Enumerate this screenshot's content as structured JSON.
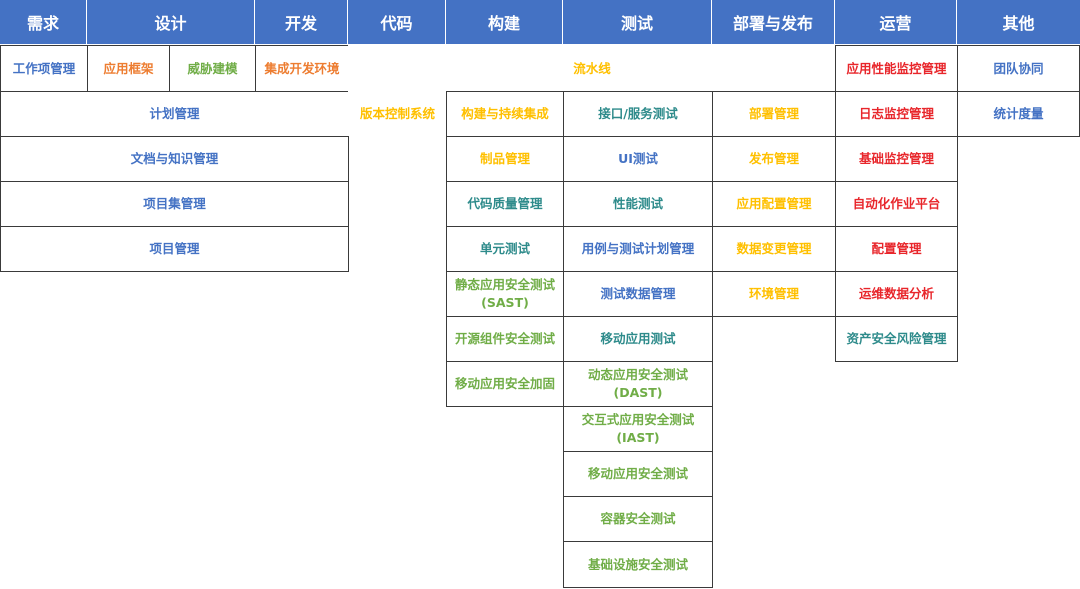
{
  "colors": {
    "header_bg": "#4472c4",
    "header_text": "#ffffff",
    "blue": "#4472c4",
    "orange": "#ed7d31",
    "green": "#70ad47",
    "gold": "#ffc000",
    "teal": "#2e8b8b",
    "red": "#e8262b"
  },
  "headers": [
    "需求",
    "设计",
    "开发",
    "代码",
    "构建",
    "测试",
    "部署与发布",
    "运营",
    "其他"
  ],
  "cells": [
    {
      "text": "工作项管理",
      "color": "blue"
    },
    {
      "text": "应用框架",
      "color": "orange"
    },
    {
      "text": "威胁建模",
      "color": "green"
    },
    {
      "text": "集成开发环境",
      "color": "orange"
    },
    {
      "text": "流水线",
      "color": "gold"
    },
    {
      "text": "应用性能监控管理",
      "color": "red"
    },
    {
      "text": "团队协同",
      "color": "blue"
    },
    {
      "text": "计划管理",
      "color": "blue"
    },
    {
      "text": "版本控制系统",
      "color": "gold"
    },
    {
      "text": "构建与持续集成",
      "color": "gold"
    },
    {
      "text": "接口/服务测试",
      "color": "teal"
    },
    {
      "text": "部署管理",
      "color": "gold"
    },
    {
      "text": "日志监控管理",
      "color": "red"
    },
    {
      "text": "统计度量",
      "color": "blue"
    },
    {
      "text": "文档与知识管理",
      "color": "blue"
    },
    {
      "text": "制品管理",
      "color": "gold"
    },
    {
      "text": "UI测试",
      "color": "blue"
    },
    {
      "text": "发布管理",
      "color": "gold"
    },
    {
      "text": "基础监控管理",
      "color": "red"
    },
    {
      "text": "项目集管理",
      "color": "blue"
    },
    {
      "text": "代码质量管理",
      "color": "teal"
    },
    {
      "text": "性能测试",
      "color": "teal"
    },
    {
      "text": "应用配置管理",
      "color": "gold"
    },
    {
      "text": "自动化作业平台",
      "color": "red"
    },
    {
      "text": "项目管理",
      "color": "blue"
    },
    {
      "text": "单元测试",
      "color": "teal"
    },
    {
      "text": "用例与测试计划管理",
      "color": "blue"
    },
    {
      "text": "数据变更管理",
      "color": "gold"
    },
    {
      "text": "配置管理",
      "color": "red"
    },
    {
      "text": "静态应用安全测试\n(SAST)",
      "color": "green"
    },
    {
      "text": "测试数据管理",
      "color": "blue"
    },
    {
      "text": "环境管理",
      "color": "gold"
    },
    {
      "text": "运维数据分析",
      "color": "red"
    },
    {
      "text": "开源组件安全测试",
      "color": "green"
    },
    {
      "text": "移动应用测试",
      "color": "teal"
    },
    {
      "text": "资产安全风险管理",
      "color": "teal"
    },
    {
      "text": "移动应用安全加固",
      "color": "green"
    },
    {
      "text": "动态应用安全测试\n(DAST)",
      "color": "green"
    },
    {
      "text": "交互式应用安全测试\n(IAST)",
      "color": "green"
    },
    {
      "text": "移动应用安全测试",
      "color": "green"
    },
    {
      "text": "容器安全测试",
      "color": "green"
    },
    {
      "text": "基础设施安全测试",
      "color": "green"
    }
  ]
}
